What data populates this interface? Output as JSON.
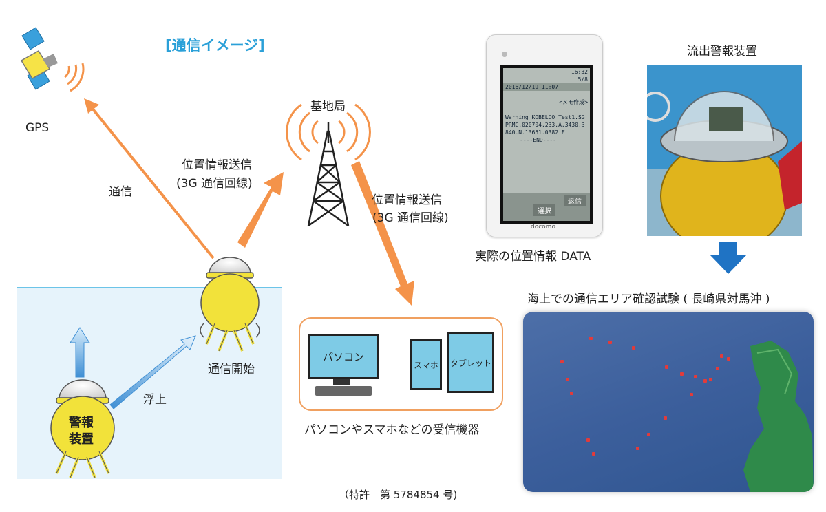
{
  "title": "[通信イメージ]",
  "labels": {
    "gps": "GPS",
    "comm": "通信",
    "base_station": "基地局",
    "send_left_line1": "位置情報送信",
    "send_left_line2": "(3G 通信回線)",
    "send_right_line1": "位置情報送信",
    "send_right_line2": "(3G 通信回線)",
    "comm_start": "通信開始",
    "float_up": "浮上",
    "alarm_line1": "警報",
    "alarm_line2": "装置",
    "pc": "パソコン",
    "smartphone": "スマホ",
    "tablet": "タブレット",
    "devices_caption": "パソコンやスマホなどの受信機器",
    "actual_data_caption": "実際の位置情報 DATA",
    "outflow_alarm_caption": "流出警報装置",
    "trial_caption": "海上での通信エリア確認試験 ( 長崎県対馬沖 )",
    "patent": "（特許　第 5784854 号)"
  },
  "phone_screen": {
    "time": "16:32",
    "page": "5/8",
    "date": "2016/12/19 11:07",
    "memo": "<メモ作成>",
    "line1": "Warning KOBELCO Test1.SG",
    "line2": "PRMC.020704.233.A.3430.3",
    "line3": "840.N.13651.0382.E",
    "end": "----END----",
    "select": "選択",
    "reply": "返信",
    "brand": "docomo"
  },
  "colors": {
    "accent": "#2aa0d8",
    "arrow": "#f4934a",
    "sea": "#e6f3fb",
    "buoy": "#f2e23a",
    "down_arrow": "#1f73c4"
  }
}
